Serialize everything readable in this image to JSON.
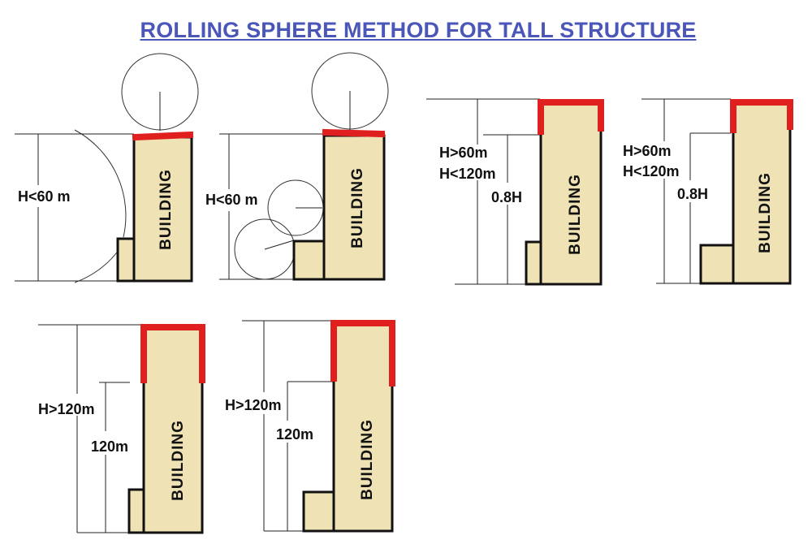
{
  "title": "ROLLING SPHERE METHOD FOR TALL STRUCTURE",
  "building_label": "BUILDING",
  "colors": {
    "title": "#4a56b8",
    "building_fill": "#efe3b5",
    "protection": "#e0201e",
    "outline": "#111111"
  },
  "diagrams": [
    {
      "id": "d1",
      "labels": [
        "H<60 m"
      ]
    },
    {
      "id": "d2",
      "labels": [
        "H<60 m"
      ]
    },
    {
      "id": "d3",
      "labels": [
        "H>60m",
        "H<120m",
        "0.8H"
      ]
    },
    {
      "id": "d4",
      "labels": [
        "H>60m",
        "H<120m",
        "0.8H"
      ]
    },
    {
      "id": "d5",
      "labels": [
        "H>120m",
        "120m"
      ]
    },
    {
      "id": "d6",
      "labels": [
        "H>120m",
        "120m"
      ]
    }
  ]
}
